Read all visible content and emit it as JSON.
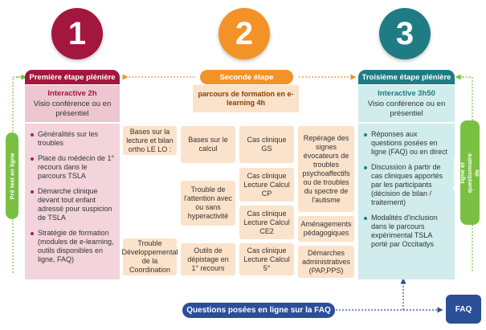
{
  "circles": {
    "one": "1",
    "two": "2",
    "three": "3"
  },
  "stage1": {
    "header": "Première étape plénière",
    "title": "Interactive 2h",
    "subtitle": "Visio conférence ou en présentiel",
    "items": [
      "Généralités sur les troubles",
      "Place du médecin de 1° recours dans le parcours TSLA",
      "Démarche clinique devant tout enfant adressé pour suspicion de TSLA",
      "Stratégie de formation (modules de e-learning, outils disponibles en ligne, FAQ)"
    ]
  },
  "stage2": {
    "header": "Seconde étape",
    "subtitle": "parcours de formation en e-learning 4h",
    "modules": {
      "bases_lecture": "Bases sur la lecture et bilan ortho LE LO :",
      "bases_calcul": "Bases sur le calcul",
      "cas_gs": "Cas clinique GS",
      "reperage": "Repérage des signes évocateurs de troubles psychoaffectifs ou de troubles du spectre de l'autisme",
      "tda": "Trouble de l'attention avec ou sans hyperactivité",
      "cas_cp": "Cas clinique Lecture Calcul CP",
      "cas_ce2": "Cas clinique Lecture Calcul CE2",
      "amenagements": "Aménagements pédagogiques",
      "tdc": "Trouble Développemental de la Coordination",
      "outils": "Outils de dépistage en 1° recours",
      "cas_5": "Cas clinique Lecture Calcul 5°",
      "demarches": "Démarches administratives (PAP,PPS)"
    }
  },
  "stage3": {
    "header": "Troisième étape plénière",
    "title": "Interactive 3h50",
    "subtitle": "Visio conférence ou en présentiel",
    "items": [
      "Réponses aux questions posées en ligne (FAQ) ou en direct",
      "Discussion à partir de cas cliniques apportés par les participants (décision de bilan / traitement)",
      "Modalités d'inclusion dans le parcours expérimental TSLA porté par Occitadys"
    ]
  },
  "side_left": "Pré test en ligne",
  "side_right": "Post test en ligne et questionnaire de satisfaction",
  "faq_bar": "Questions posées en ligne sur la FAQ",
  "faq_box": "FAQ",
  "colors": {
    "crimson": "#a3163d",
    "orange": "#f39226",
    "teal": "#1f7c84",
    "pink_bg": "#f3d4dc",
    "pink_light": "#ecc6d1",
    "orange_bg": "#fbe2ca",
    "teal_bg": "#d0ecec",
    "green": "#7ac143",
    "blue": "#2b4e98"
  }
}
